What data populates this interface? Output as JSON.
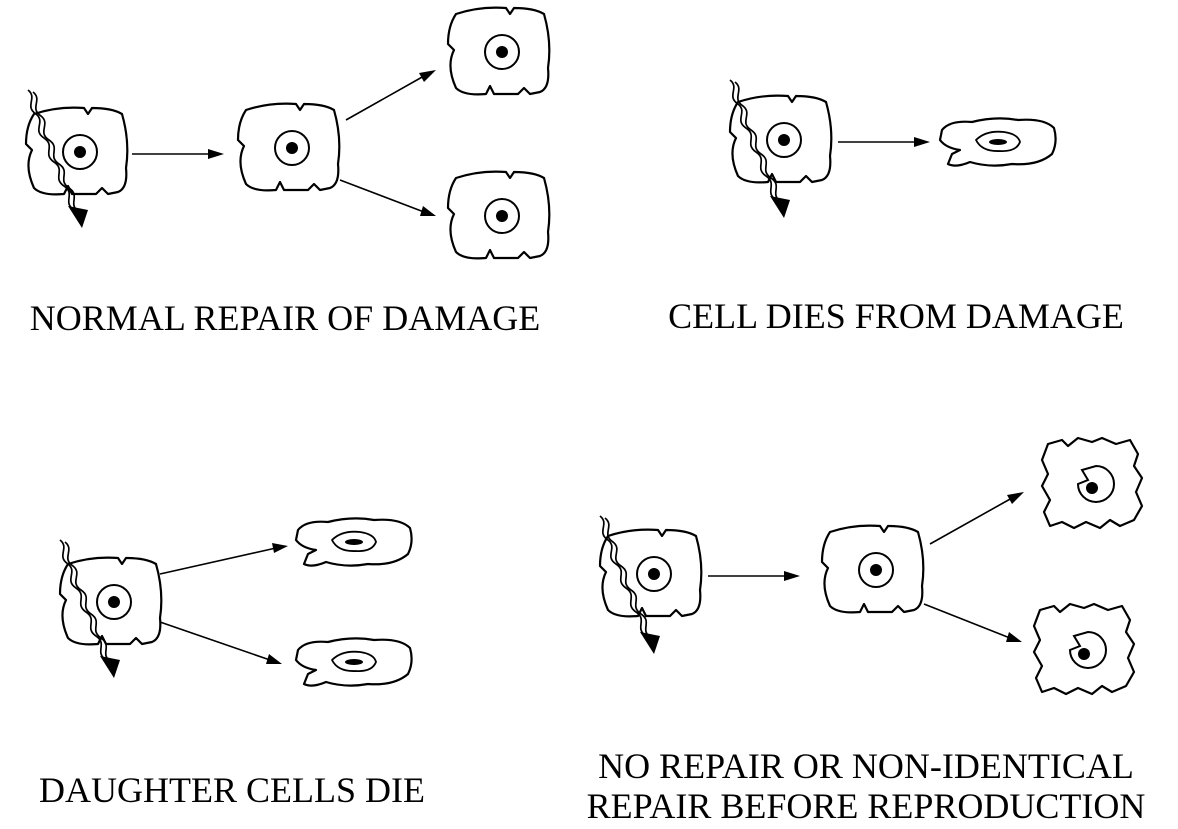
{
  "panels": {
    "normal_repair": {
      "caption": "NORMAL REPAIR OF DAMAGE"
    },
    "cell_dies": {
      "caption": "CELL DIES FROM DAMAGE"
    },
    "daughters_die": {
      "caption": "DAUGHTER CELLS DIE"
    },
    "no_repair": {
      "caption_line1": "NO REPAIR OR NON-IDENTICAL",
      "caption_line2": "REPAIR BEFORE REPRODUCTION"
    }
  },
  "colors": {
    "ink": "#000000",
    "paper": "#ffffff"
  }
}
